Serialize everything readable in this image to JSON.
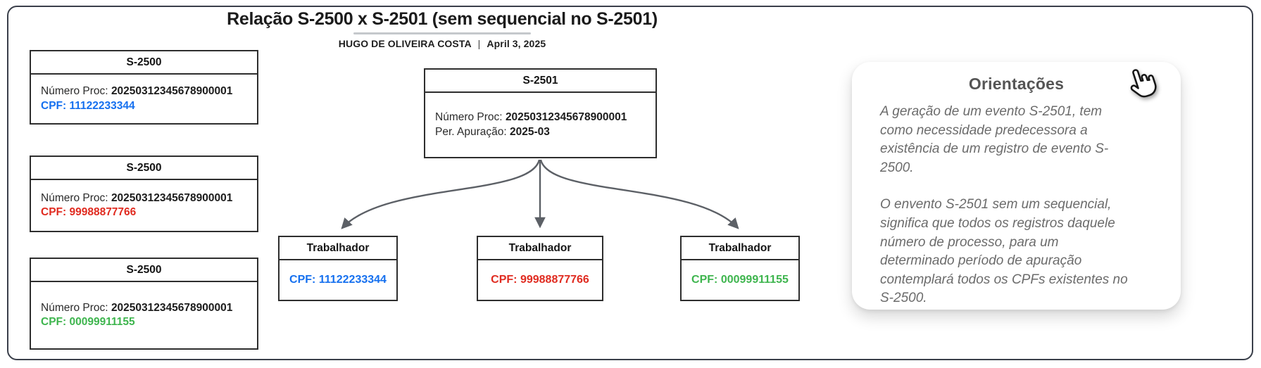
{
  "header": {
    "title": "Relação S-2500 x S-2501 (sem sequencial no S-2501)",
    "author": "HUGO DE OLIVEIRA COSTA",
    "separator": "|",
    "date": "April 3, 2025"
  },
  "colors": {
    "cpf_blue": "#1570ef",
    "cpf_red": "#e02b20",
    "cpf_green": "#3eb54e",
    "arrow": "#5c6066"
  },
  "s2500_boxes": [
    {
      "title": "S-2500",
      "numero_label": "Número Proc:",
      "numero_value": "20250312345678900001",
      "cpf_text": "CPF: 11122233344",
      "cpf_color": "#1570ef"
    },
    {
      "title": "S-2500",
      "numero_label": "Número Proc:",
      "numero_value": "20250312345678900001",
      "cpf_text": "CPF: 99988877766",
      "cpf_color": "#e02b20"
    },
    {
      "title": "S-2500",
      "numero_label": "Número Proc:",
      "numero_value": "20250312345678900001",
      "cpf_text": "CPF: 00099911155",
      "cpf_color": "#3eb54e"
    }
  ],
  "s2501": {
    "title": "S-2501",
    "numero_label": "Número Proc:",
    "numero_value": "20250312345678900001",
    "periodo_label": "Per. Apuração:",
    "periodo_value": "2025-03"
  },
  "trabalhadores": [
    {
      "title": "Trabalhador",
      "cpf_text": "CPF: 11122233344",
      "cpf_color": "#1570ef"
    },
    {
      "title": "Trabalhador",
      "cpf_text": "CPF: 99988877766",
      "cpf_color": "#e02b20"
    },
    {
      "title": "Trabalhador",
      "cpf_text": "CPF: 00099911155",
      "cpf_color": "#3eb54e"
    }
  ],
  "orientacoes": {
    "title": "Orientações",
    "icon": "hand-pointer-icon",
    "paragraphs": [
      "A geração de um evento S-2501, tem como necessidade predecessora a existência de um registro de evento S-2500.",
      "O envento S-2501 sem um sequencial, significa que todos os registros daquele número de processo, para um determinado período de apuração contemplará todos os CPFs existentes no S-2500."
    ]
  }
}
